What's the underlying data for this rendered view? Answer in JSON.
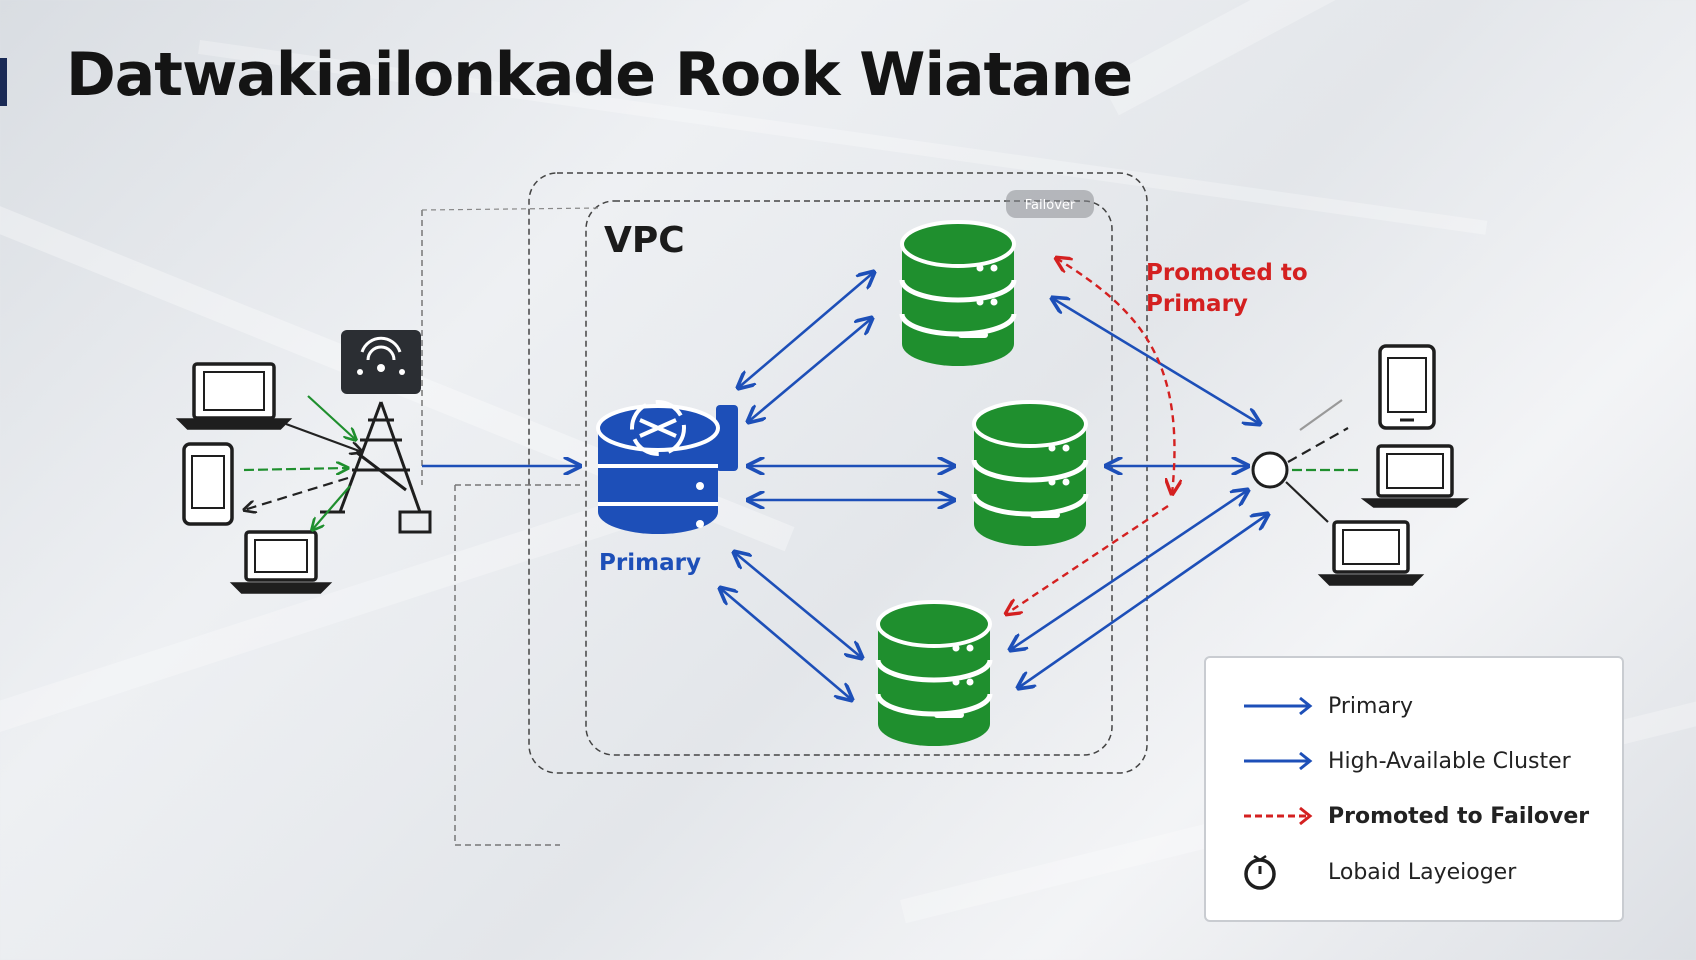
{
  "title": "Datwakiailonkade Rook Wiatane",
  "vpc_label": "VPC",
  "failover_tag": "Failover",
  "primary_label": "Primary",
  "promoted_label_line1": "Promoted to",
  "promoted_label_line2": "Primary",
  "legend": {
    "primary": "Primary",
    "ha_cluster": "High-Available Cluster",
    "promoted": "Promoted to Failover",
    "load_balancer": "Lobaid Layeioger"
  },
  "colors": {
    "primary_blue": "#1d4fb8",
    "replica_green": "#1f8f2e",
    "failover_red": "#d42020",
    "dark": "#222222"
  }
}
